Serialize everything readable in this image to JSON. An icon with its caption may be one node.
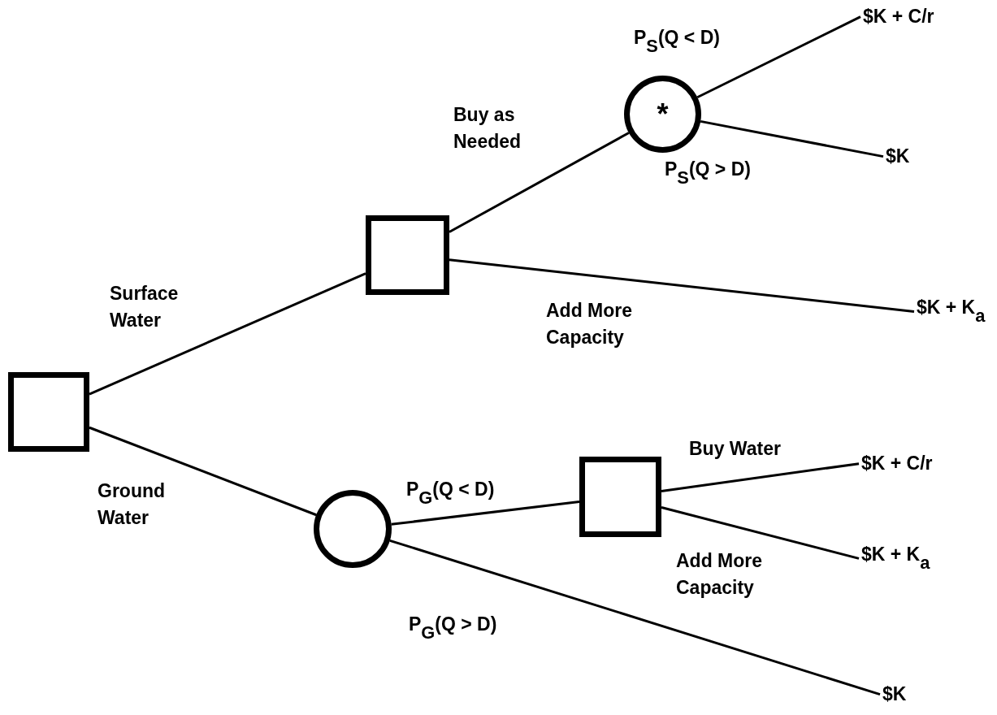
{
  "diagram": {
    "nodes": [
      {
        "text": [],
        "shape": "box"
      },
      {
        "text": [],
        "shape": "box"
      },
      {
        "text": [
          "*"
        ]
      },
      {
        "text": [
          "$K + C/r"
        ]
      },
      {
        "text": [
          "$K"
        ]
      },
      {
        "text": [
          "$K + K$_{a}$"
        ]
      },
      {
        "text": [],
        "shape": "circle"
      },
      {
        "text": [],
        "shape": "box"
      },
      {
        "text": [
          "$K + C/r"
        ]
      },
      {
        "text": [
          "$K + K$_{a}$"
        ]
      },
      {
        "text": [
          "$K"
        ]
      }
    ],
    "edges": [
      {
        "from": 0,
        "to": 1,
        "arrow": "none",
        "label": "Surface Water"
      },
      {
        "from": 0,
        "to": 6,
        "arrow": "none",
        "label": "Ground Water"
      },
      {
        "from": 1,
        "to": 2,
        "arrow": "none",
        "label": "Buy as Needed"
      },
      {
        "from": 1,
        "to": 5,
        "arrow": "none",
        "label": "Add More Capacity"
      },
      {
        "from": 2,
        "to": 3,
        "arrow": "none",
        "label": "P$_{S}$(Q < D)"
      },
      {
        "from": 2,
        "to": 4,
        "arrow": "none",
        "label": "P$_{S}$(Q > D)"
      },
      {
        "from": 6,
        "to": 7,
        "arrow": "none",
        "label": "P$_{G}$(Q < D)"
      },
      {
        "from": 6,
        "to": 10,
        "arrow": "none",
        "label": "P$_{G}$(Q > D)"
      },
      {
        "from": 7,
        "to": 8,
        "arrow": "none",
        "label": "Buy Water"
      },
      {
        "from": 7,
        "to": 9,
        "arrow": "none",
        "label": "Add More Capacity"
      }
    ]
  }
}
